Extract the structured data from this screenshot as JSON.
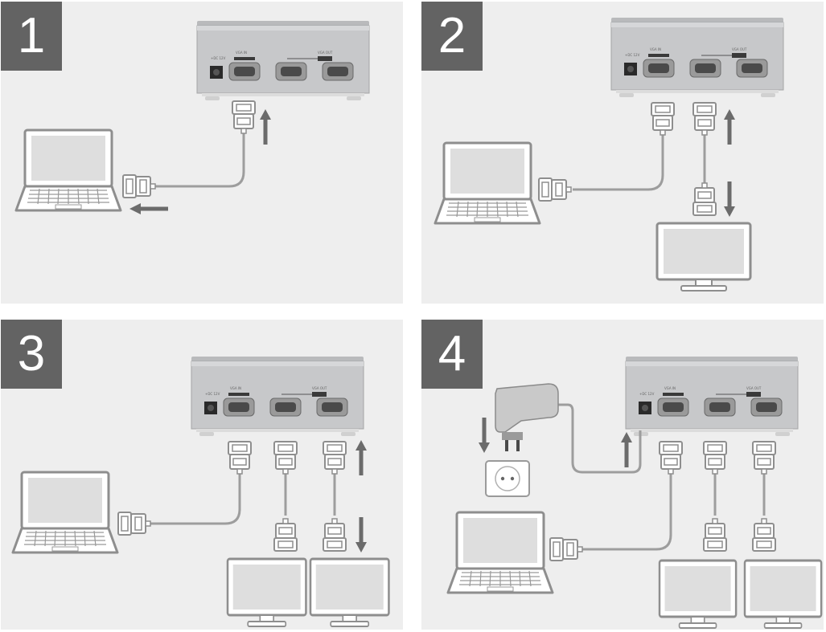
{
  "steps": [
    {
      "number": "1"
    },
    {
      "number": "2"
    },
    {
      "number": "3"
    },
    {
      "number": "4"
    }
  ],
  "device_labels": {
    "power": "+DC 12V",
    "input_port": "VGA IN",
    "output_port": "VGA OUT"
  },
  "colors": {
    "panel_background": "#eeeeee",
    "step_badge": "#636363",
    "arrow": "#6b6b6b",
    "device_body": "#c7c8ca",
    "cable": "#9d9d9d",
    "screen": "#dedede"
  },
  "icons": [
    "laptop-icon",
    "monitor-icon",
    "vga-splitter-icon",
    "vga-connector-icon",
    "power-adapter-icon",
    "wall-socket-icon",
    "arrow-icon"
  ]
}
